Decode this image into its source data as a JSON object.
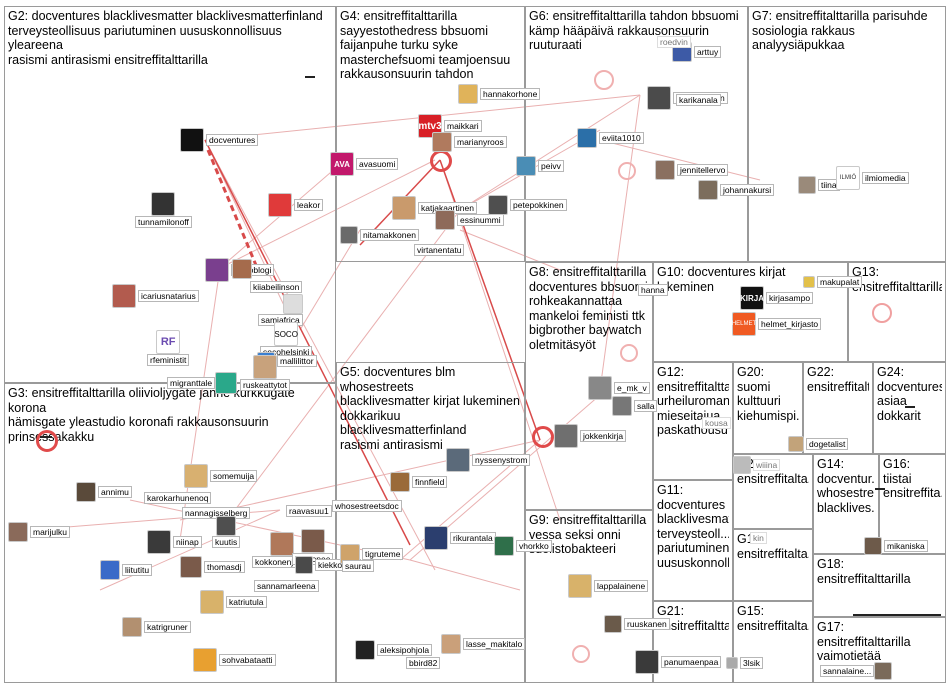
{
  "groups": [
    {
      "id": "G2",
      "title": "G2: docventures blacklivesmatter blacklivesmatterfinland\nterveysteollisuus pariutuminen uususkonnollisuus yleareena\nrasismi antirasismi ensitreffitalttarilla"
    },
    {
      "id": "G4",
      "title": "G4: ensitreffitalttarilla\nsayyestothedress bbsuomi\nfaijanpuhe turku syke\nmasterchefsuomi teamjoensuu\nrakkausonsuurin tahdon"
    },
    {
      "id": "G6",
      "title": "G6: ensitreffitalttarilla tahdon bbsuomi\nkämp hääpäivä rakkausonsuurin\nruuturaati"
    },
    {
      "id": "G7",
      "title": "G7: ensitreffitalttarilla parisuhde\nsosiologia rakkaus analyysiäpukkaa"
    },
    {
      "id": "G3",
      "title": "G3: ensitreffitalttarilla oliivioljygate janne kurkkugate korona\nhämisgate yleastudio koronafi rakkausonsuurin\nprinsessakakku"
    },
    {
      "id": "G5",
      "title": "G5: docventures blm whosestreets\nblacklivesmatter kirjat lukeminen\ndokkarikuu blacklivesmatterfinland\nrasismi antirasismi"
    },
    {
      "id": "G8",
      "title": "G8: ensitreffitalttarilla\ndocventures bbsuomi\nrohkeakannattaa\nmankeloi feministi ttk\nbigbrother baywatch\noletmitäsyöt"
    },
    {
      "id": "G10",
      "title": "G10: docventures kirjat lukeminen"
    },
    {
      "id": "G13",
      "title": "G13:\nensitreffitalttarilla"
    },
    {
      "id": "G12",
      "title": "G12:\nensitreffitaltta...\nurheiluroman...\nmieseitajua\npaskathousu..."
    },
    {
      "id": "G20",
      "title": "G20: suomi\nkulttuuri\nkiehumispi..."
    },
    {
      "id": "G22",
      "title": "G22:\nensitreffitalt..."
    },
    {
      "id": "G24",
      "title": "G24:\ndocventures\nasiaa\ndokkarit"
    },
    {
      "id": "G23",
      "title": "G23:\nensitreffitalta..."
    },
    {
      "id": "G14",
      "title": "G14:\ndocventur...\nwhosestre...\nblacklives..."
    },
    {
      "id": "G16",
      "title": "G16: tiistai\nensitreffita..."
    },
    {
      "id": "G9",
      "title": "G9: ensitreffitalttarilla\nvessa seksi onni\nsuolistobakteeri"
    },
    {
      "id": "G11",
      "title": "G11:\ndocventures\nblacklivesmat...\nterveysteoll...\npariutuminen\nuususkonnoll..."
    },
    {
      "id": "G19",
      "title": "G19:\nensitreffitalta..."
    },
    {
      "id": "G18",
      "title": "G18:\nensitreffitalttarilla"
    },
    {
      "id": "G21",
      "title": "G21:\nensitreffitaltta..."
    },
    {
      "id": "G15",
      "title": "G15:\nensitreffitalta..."
    },
    {
      "id": "G17",
      "title": "G17:\nensitreffitalttarilla\nvaimotietää"
    }
  ],
  "nodes": [
    {
      "id": "docventures",
      "label": "docventures",
      "color": "#111111"
    },
    {
      "id": "tunnamilonoff",
      "label": "tunnamilonoff",
      "color": "#333333"
    },
    {
      "id": "leakor",
      "label": "leakor",
      "color": "#e03a3a"
    },
    {
      "id": "antroblogi",
      "label": "antroblogi",
      "color": "#7a3f8e"
    },
    {
      "id": "kiiabeilinson",
      "label": "kiiabeilinson",
      "color": "#a56b4c"
    },
    {
      "id": "icariusnatarius",
      "label": "icariusnatarius",
      "color": "#b25b4e"
    },
    {
      "id": "samiafrica",
      "label": "samiafrica",
      "color": "#dddddd"
    },
    {
      "id": "rfeministit",
      "label": "rfeministit",
      "color": "#6b4bb0"
    },
    {
      "id": "socohelsinki",
      "label": "socohelsinki",
      "color": "#ffffff"
    },
    {
      "id": "mallilittor",
      "label": "mallilittor",
      "color": "#3b7fd0"
    },
    {
      "id": "migranttale",
      "label": "migranttale",
      "color": "#2aa88a"
    },
    {
      "id": "ruskeattytot",
      "label": "ruskeattytot",
      "color": "#c8a27c"
    },
    {
      "id": "hannakorhone",
      "label": "hannakorhone",
      "color": "#e0b35a"
    },
    {
      "id": "maikkari",
      "label": "maikkari",
      "color": "#d81f26"
    },
    {
      "id": "marianyroos",
      "label": "marianyroos",
      "color": "#b07a5e"
    },
    {
      "id": "avasuomi",
      "label": "avasuomi",
      "color": "#c2186b"
    },
    {
      "id": "katjakaartinen",
      "label": "katjakaartinen",
      "color": "#c99a6c"
    },
    {
      "id": "essinummi",
      "label": "essinummi",
      "color": "#8e6a5a"
    },
    {
      "id": "petepokkinen",
      "label": "petepokkinen",
      "color": "#4f4f4f"
    },
    {
      "id": "nitamakkonen",
      "label": "nitamakkonen",
      "color": "#6a6a6a"
    },
    {
      "id": "virtanentatu",
      "label": "virtanentatu",
      "color": "#9b9b9b"
    },
    {
      "id": "arttuy",
      "label": "arttuy",
      "color": "#3d5aa6"
    },
    {
      "id": "asipennanen",
      "label": "asipennanen",
      "color": "#4b4b4b"
    },
    {
      "id": "karikanala",
      "label": "karikanala",
      "color": "#5e5e5e"
    },
    {
      "id": "eviita1010",
      "label": "eviita1010",
      "color": "#2b6fa8"
    },
    {
      "id": "peivv",
      "label": "peivv",
      "color": "#4a8db5"
    },
    {
      "id": "jennitellervo",
      "label": "jennitellervo",
      "color": "#8a7060"
    },
    {
      "id": "johannakursi",
      "label": "johannakursi",
      "color": "#7c6d5d"
    },
    {
      "id": "roedvin",
      "label": "roedvin",
      "color": "#bbbbbb"
    },
    {
      "id": "tiina",
      "label": "tiina",
      "color": "#9a8a7a"
    },
    {
      "id": "ilmiomedia",
      "label": "ilmiomedia",
      "color": "#ffffff"
    },
    {
      "id": "hanna",
      "label": "hanna",
      "color": "#cccccc"
    },
    {
      "id": "kirjasampo",
      "label": "kirjasampo",
      "color": "#111111"
    },
    {
      "id": "helmet_kirjasto",
      "label": "helmet_kirjasto",
      "color": "#f05a22"
    },
    {
      "id": "makupalat",
      "label": "makupalat",
      "color": "#e2c04a"
    },
    {
      "id": "e_mk_v",
      "label": "e_mk_v",
      "color": "#888888"
    },
    {
      "id": "salla",
      "label": "salla",
      "color": "#777777"
    },
    {
      "id": "jokkenkirja",
      "label": "jokkenkirja",
      "color": "#6f6f6f"
    },
    {
      "id": "kousa",
      "label": "kousa",
      "color": "#bbbbbb"
    },
    {
      "id": "dogetalist",
      "label": "dogetalist",
      "color": "#c2a37a"
    },
    {
      "id": "wiiina",
      "label": "wiiina",
      "color": "#bbbbbb"
    },
    {
      "id": "kin",
      "label": "kin",
      "color": "#bbbbbb"
    },
    {
      "id": "mikaniska",
      "label": "mikaniska",
      "color": "#6d5a4a"
    },
    {
      "id": "somemuija",
      "label": "somemuija",
      "color": "#d8b070"
    },
    {
      "id": "annimu",
      "label": "annimu",
      "color": "#5a4a3a"
    },
    {
      "id": "karokarhunenoq",
      "label": "karokarhunenoq",
      "color": "#4f5f7f"
    },
    {
      "id": "nannagisselberg",
      "label": "nannagisselberg",
      "color": "#c7905a"
    },
    {
      "id": "marijulku",
      "label": "marijulku",
      "color": "#8a6a5a"
    },
    {
      "id": "niinap",
      "label": "niinap",
      "color": "#3a3a3a"
    },
    {
      "id": "kuutis",
      "label": "kuutis",
      "color": "#4f4f4f"
    },
    {
      "id": "kokkonenjenni",
      "label": "kokkonenjenni",
      "color": "#b0785a"
    },
    {
      "id": "liitutitu",
      "label": "liitutitu",
      "color": "#3a6bc8"
    },
    {
      "id": "thomasdj",
      "label": "thomasdj",
      "color": "#7a5a4a"
    },
    {
      "id": "katriutula",
      "label": "katriutula",
      "color": "#d8b26a"
    },
    {
      "id": "sannamarleena",
      "label": "sannamarleena",
      "color": "#8a6b5b"
    },
    {
      "id": "katrigruner",
      "label": "katrigruner",
      "color": "#b29070"
    },
    {
      "id": "sohvabataatti",
      "label": "sohvabataatti",
      "color": "#e8a030"
    },
    {
      "id": "raavasuu1",
      "label": "raavasuu1",
      "color": "#1f7a3a"
    },
    {
      "id": "hemppee",
      "label": "hemppee",
      "color": "#7a5a4a"
    },
    {
      "id": "kiekkokirja",
      "label": "kiekkokirja",
      "color": "#4a4a4a"
    },
    {
      "id": "nyssenystrom",
      "label": "nyssenystrom",
      "color": "#5b6a7a"
    },
    {
      "id": "finnfield",
      "label": "finnfield",
      "color": "#9a6a3a"
    },
    {
      "id": "whosestreetsdoc",
      "label": "whosestreetsdoc",
      "color": "#dddddd"
    },
    {
      "id": "tigruteme",
      "label": "tigruteme",
      "color": "#cfa36a"
    },
    {
      "id": "saurau",
      "label": "saurau",
      "color": "#9a9a9a"
    },
    {
      "id": "rikurantala",
      "label": "rikurantala",
      "color": "#2b3e6e"
    },
    {
      "id": "vhorkko",
      "label": "vhorkko",
      "color": "#2f6f4a"
    },
    {
      "id": "aleksipohjola",
      "label": "aleksipohjola",
      "color": "#222222"
    },
    {
      "id": "lasse_makitalo",
      "label": "lasse_makitalo",
      "color": "#caa07a"
    },
    {
      "id": "bbird82",
      "label": "bbird82",
      "color": "#999999"
    },
    {
      "id": "lappalainene",
      "label": "lappalainene",
      "color": "#d8b26a"
    },
    {
      "id": "ruuskanen",
      "label": "ruuskanen",
      "color": "#6a5a4a"
    },
    {
      "id": "panumaenpaa",
      "label": "panumaenpaa",
      "color": "#3a3a3a"
    },
    {
      "id": "3lsik",
      "label": "3lsik",
      "color": "#aaaaaa"
    },
    {
      "id": "sannalaine",
      "label": "sannalaine...",
      "color": "#7a6a5a"
    }
  ]
}
